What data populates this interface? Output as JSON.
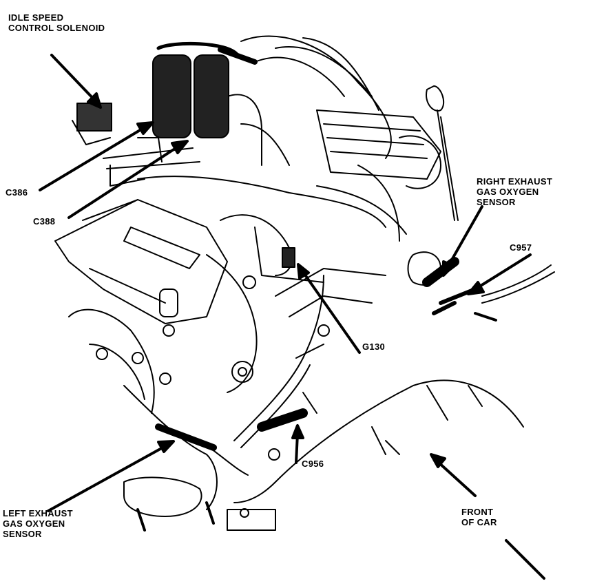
{
  "labels": {
    "idle_speed": [
      "IDLE SPEED",
      "CONTROL SOLENOID"
    ],
    "c386": "C386",
    "c388": "C388",
    "right_o2": [
      "RIGHT EXHAUST",
      "GAS OXYGEN",
      "SENSOR"
    ],
    "c957": "C957",
    "g130": "G130",
    "c956": "C956",
    "left_o2": [
      "LEFT EXHAUST",
      "GAS OXYGEN",
      "SENSOR"
    ],
    "front": [
      "FRONT",
      "OF CAR"
    ]
  },
  "colors": {
    "ink": "#000000",
    "paper": "#ffffff"
  }
}
